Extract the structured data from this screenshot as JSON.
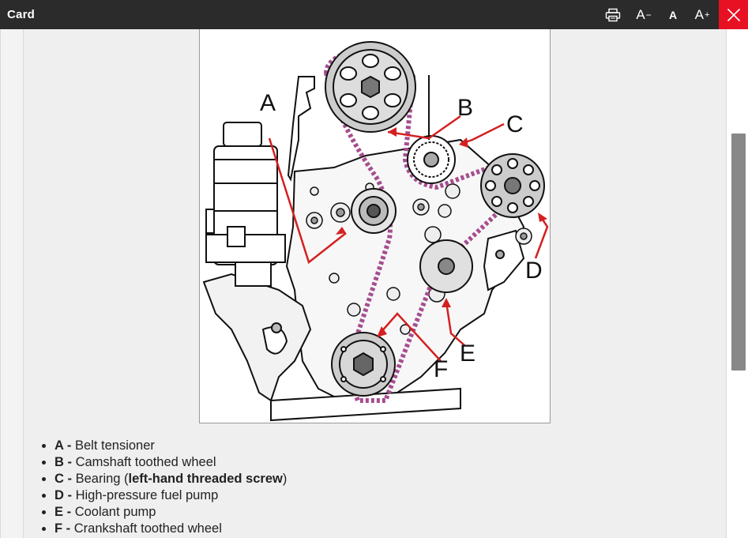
{
  "window": {
    "title": "Card",
    "buttons": {
      "font_decrease": "A",
      "font_decrease_mark": "−",
      "font_reset": "A",
      "font_increase": "A",
      "font_increase_mark": "+"
    },
    "icons": {
      "print": "printer-icon",
      "close": "close-icon"
    },
    "close_color": "#e81123"
  },
  "figure": {
    "callouts": {
      "a": "A",
      "b": "B",
      "c": "C",
      "d": "D",
      "e": "E",
      "f": "F"
    },
    "belt_color": "#a64d8f",
    "arrow_color": "#d42020"
  },
  "legend": [
    {
      "letter": "A",
      "sep": " - ",
      "text": "Belt tensioner",
      "bold": "",
      "after": ""
    },
    {
      "letter": "B",
      "sep": " - ",
      "text": "Camshaft toothed wheel",
      "bold": "",
      "after": ""
    },
    {
      "letter": "C",
      "sep": " - ",
      "text": "Bearing (",
      "bold": "left-hand threaded screw",
      "after": ")"
    },
    {
      "letter": "D",
      "sep": " - ",
      "text": "High-pressure fuel pump",
      "bold": "",
      "after": ""
    },
    {
      "letter": "E",
      "sep": " - ",
      "text": "Coolant pump",
      "bold": "",
      "after": ""
    },
    {
      "letter": "F",
      "sep": " - ",
      "text": "Crankshaft toothed wheel",
      "bold": "",
      "after": ""
    }
  ]
}
